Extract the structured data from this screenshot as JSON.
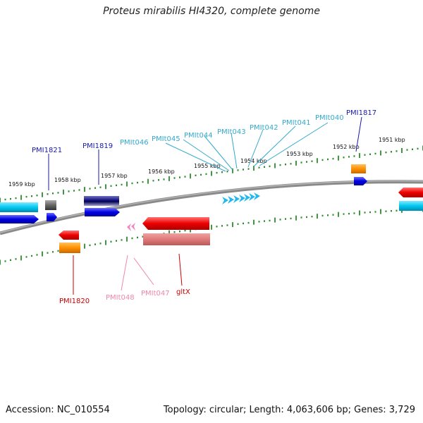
{
  "title": "Proteus mirabilis HI4320, complete genome",
  "footer": {
    "accession": "Accession: NC_010554",
    "summary": "Topology: circular; Length: 4,063,606 bp; Genes: 3,729"
  },
  "ticks": [
    "1959 kbp",
    "1958 kbp",
    "1957 kbp",
    "1956 kbp",
    "1955 kbp",
    "1954 kbp",
    "1953 kbp",
    "1952 kbp",
    "1951 kbp"
  ],
  "genes": {
    "top_cyan": [
      "PMIt046",
      "PMIt045",
      "PMIt044",
      "PMIt043",
      "PMIt042",
      "PMIt041",
      "PMIt040"
    ],
    "top_blue": [
      "PMI1821",
      "PMI1819",
      "PMI1817"
    ],
    "bottom": [
      "PMI1820",
      "PMIt048",
      "PMIt047",
      "gltX"
    ]
  },
  "colors": {
    "backbone": "#777777",
    "tick": "#2e8b2e",
    "blue_label": "#1a1aaa",
    "cyan_label": "#33aacc",
    "red_label": "#cc0000",
    "pink_label": "#ee88aa"
  }
}
